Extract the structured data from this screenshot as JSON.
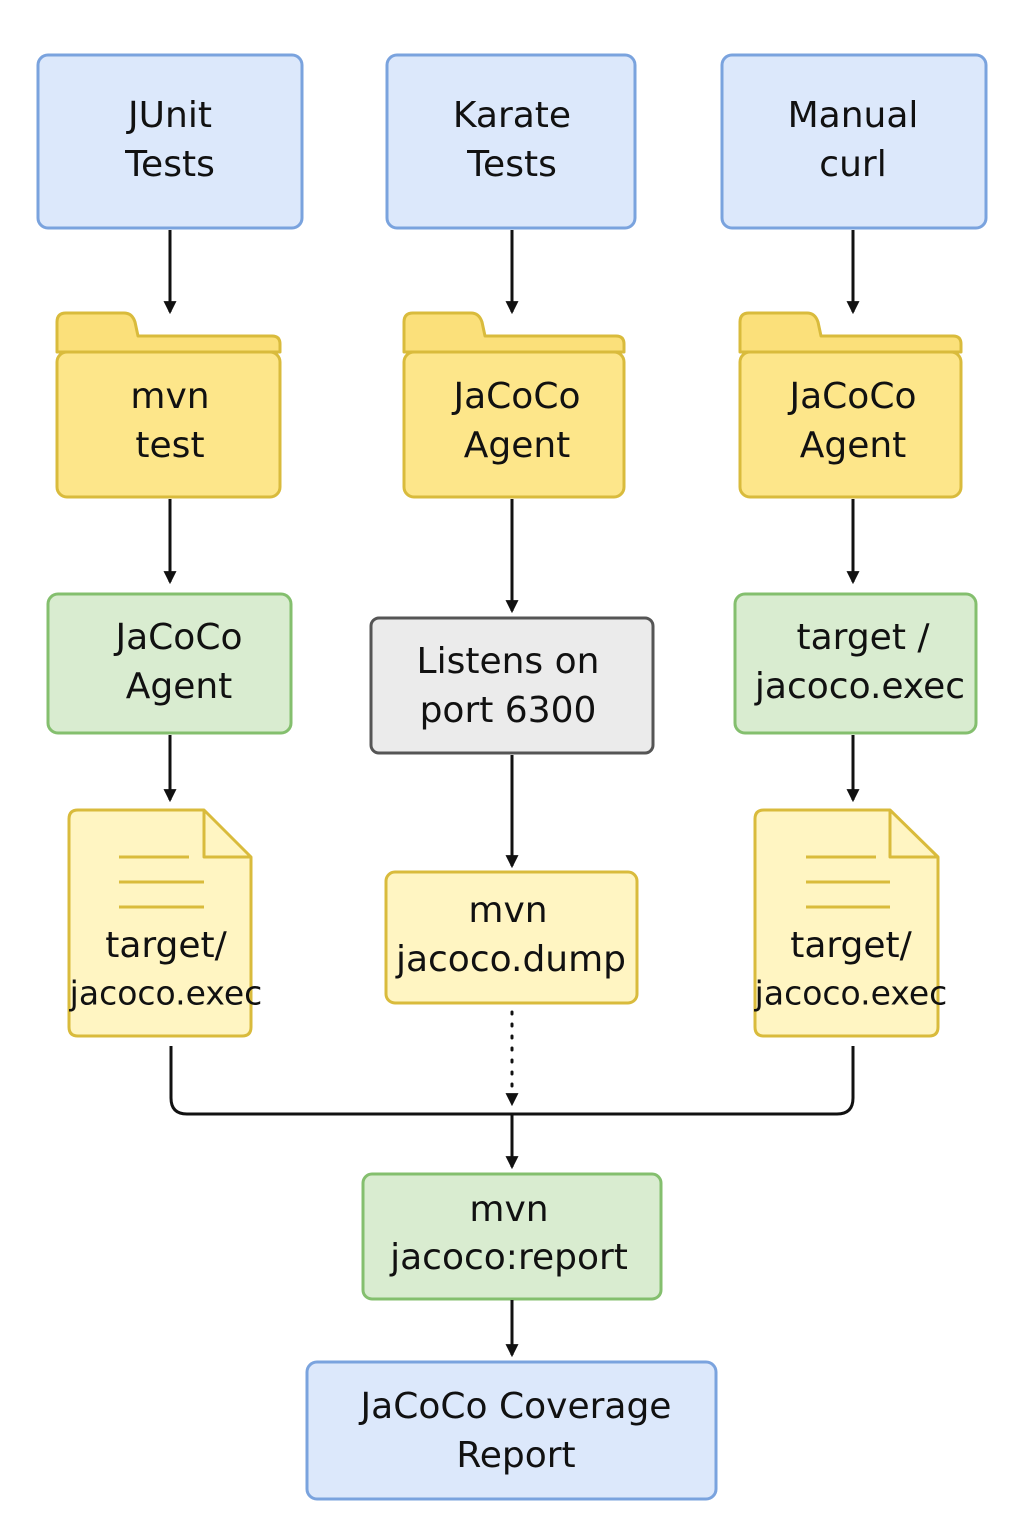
{
  "diagram": {
    "colors": {
      "blue_fill": "#dce8fb",
      "blue_stroke": "#7aa3de",
      "yellow_fill": "#fff5c2",
      "yellow_stroke": "#d9bb3c",
      "folder_fill": "#fde68a",
      "folder_tab_fill": "#fbe07a",
      "green_fill": "#d9ecd0",
      "green_stroke": "#84bf6e",
      "gray_fill": "#ebebeb",
      "gray_stroke": "#555555",
      "arrow": "#111111"
    },
    "sources": {
      "junit": [
        "JUnit",
        "Tests"
      ],
      "karate": [
        "Karate",
        "Tests"
      ],
      "manual": [
        "Manual",
        "curl"
      ]
    },
    "folders": {
      "mvn_test": [
        "mvn",
        "test"
      ],
      "karate_agent": [
        "JaCoCo",
        "Agent"
      ],
      "manual_agent": [
        "JaCoCo",
        "Agent"
      ]
    },
    "middle": {
      "junit_agent": [
        "JaCoCo",
        "Agent"
      ],
      "listens": [
        "Listens on",
        "port 6300"
      ],
      "manual_exec": [
        "target /",
        "jacoco.exec"
      ]
    },
    "files": {
      "junit_exec": [
        "target/",
        "jacoco.exec"
      ],
      "dump": [
        "mvn",
        "jacoco.dump"
      ],
      "manual_exec": [
        "target/",
        "jacoco.exec"
      ]
    },
    "report_cmd": [
      "mvn",
      "jacoco:report"
    ],
    "final_report": [
      "JaCoCo Coverage",
      "Report"
    ]
  }
}
